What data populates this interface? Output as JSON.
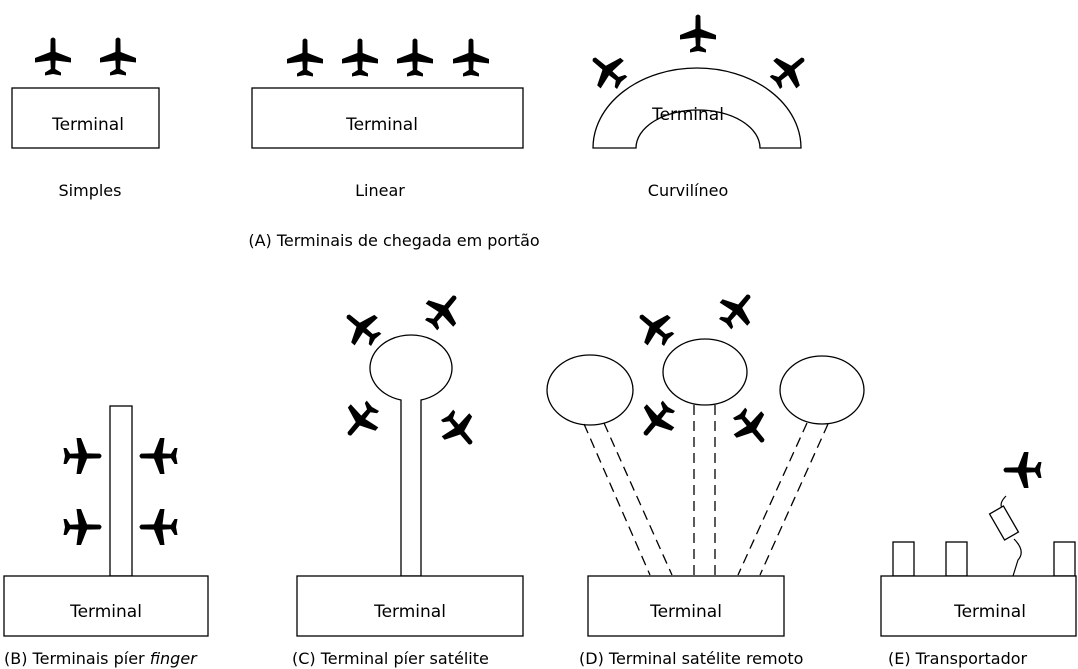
{
  "labels": {
    "terminal": "Terminal",
    "simples": "Simples",
    "linear": "Linear",
    "curvilineo": "Curvilíneo",
    "caption_a": "(A) Terminais de chegada em portão",
    "caption_b_prefix": "(B) Terminais píer ",
    "caption_b_italic": "finger",
    "caption_c": "(C) Terminal píer satélite",
    "caption_d": "(D) Terminal satélite remoto",
    "caption_e": "(E) Transportador"
  },
  "icons": {
    "plane": "airplane-icon"
  }
}
